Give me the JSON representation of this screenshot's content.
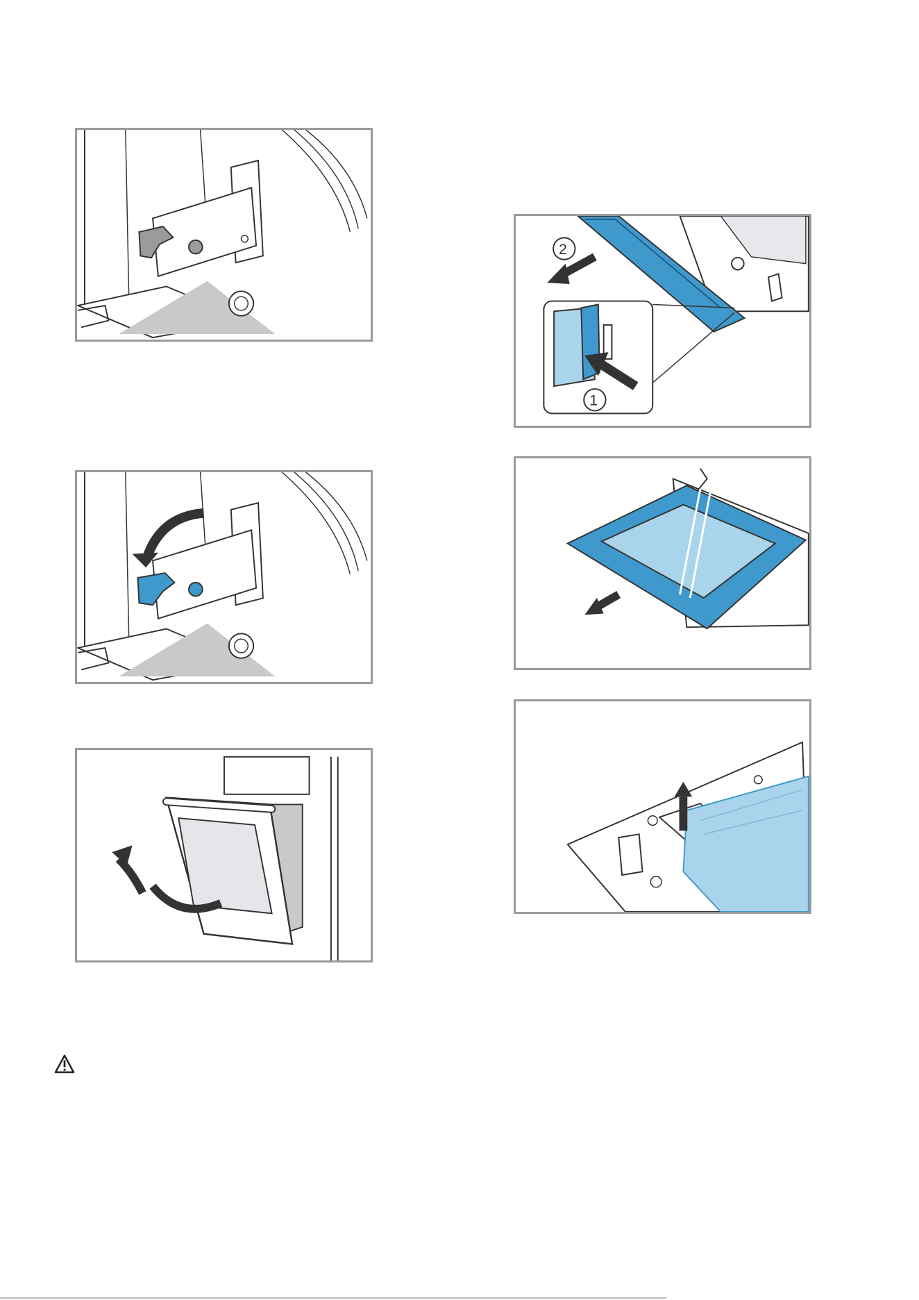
{
  "figures": [
    {
      "id": "fig-hinge-lever-closed",
      "callouts": []
    },
    {
      "id": "fig-hinge-lever-open",
      "callouts": []
    },
    {
      "id": "fig-door-tilt",
      "callouts": []
    },
    {
      "id": "fig-cover-strip-removal",
      "callouts": [
        "2",
        "1"
      ]
    },
    {
      "id": "fig-glass-pane-slide-out",
      "callouts": []
    },
    {
      "id": "fig-inner-pane-lift",
      "callouts": []
    }
  ],
  "warning": {
    "icon": "warning-triangle-icon"
  },
  "colors": {
    "accent": "#3f99cc",
    "accent_light": "#a9d4ec",
    "frame": "#9a9a9a",
    "line": "#333333",
    "shade": "#c9c9c9"
  }
}
